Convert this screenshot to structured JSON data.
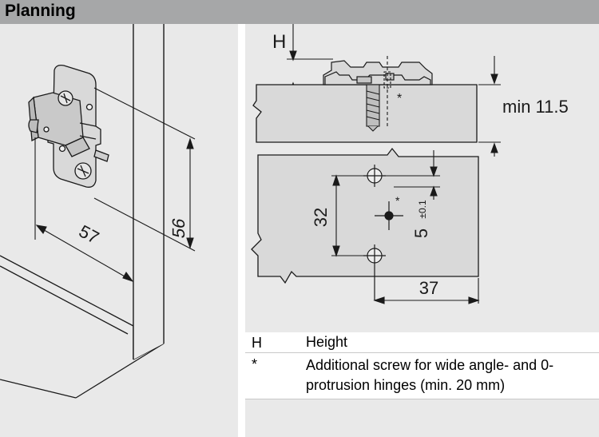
{
  "header": {
    "title": "Planning"
  },
  "left_drawing": {
    "dim_vertical": "56",
    "dim_horizontal": "57"
  },
  "right_drawing": {
    "label_h": "H",
    "label_min": "min 11.5",
    "star_top": "*",
    "dim_height": "32",
    "dim_offset": "5",
    "dim_tolerance": "±0.1",
    "star_plate": "*",
    "dim_width": "37"
  },
  "legend": [
    {
      "key": "H",
      "text": "Height"
    },
    {
      "key": "*",
      "text": "Additional screw for wide angle- and 0-protrusion hinges (min. 20 mm)"
    }
  ],
  "colors": {
    "header_bg": "#a6a7a8",
    "panel_bg": "#e9e9e9",
    "part_fill": "#d9d9d9",
    "line": "#1a1a1a"
  }
}
